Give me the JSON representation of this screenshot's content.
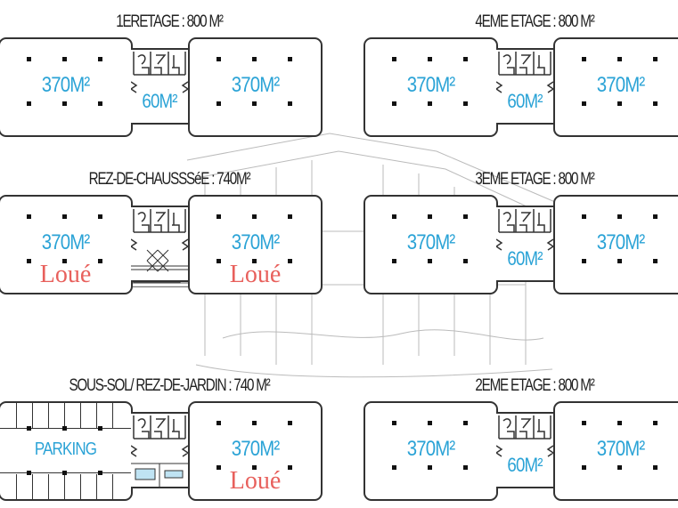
{
  "floors": [
    {
      "title": "1ERETAGE : 800 M²",
      "left": "370M²",
      "core": "60M²",
      "right": "370M²",
      "left_loue": false,
      "right_loue": false,
      "parking": false
    },
    {
      "title": "4EME ETAGE : 800 M²",
      "left": "370M²",
      "core": "60M²",
      "right": "370M²",
      "left_loue": false,
      "right_loue": false,
      "parking": false
    },
    {
      "title": "REZ-DE-CHAUSSSéE : 740M²",
      "left": "370M²",
      "core": "",
      "right": "370M²",
      "left_loue": true,
      "right_loue": true,
      "parking": false
    },
    {
      "title": "3EME ETAGE : 800 M²",
      "left": "370M²",
      "core": "60M²",
      "right": "370M²",
      "left_loue": false,
      "right_loue": false,
      "parking": false
    },
    {
      "title": "SOUS-SOL/ REZ-DE-JARDIN : 740 M²",
      "left": "PARKING",
      "core": "",
      "right": "370M²",
      "left_loue": false,
      "right_loue": true,
      "parking": true
    },
    {
      "title": "2EME ETAGE : 800 M²",
      "left": "370M²",
      "core": "60M²",
      "right": "370M²",
      "left_loue": false,
      "right_loue": false,
      "parking": false
    }
  ],
  "stamp": "Loué",
  "colors": {
    "area_label": "#2ba3d6",
    "stamp": "#e8605c",
    "outline": "#333333"
  }
}
